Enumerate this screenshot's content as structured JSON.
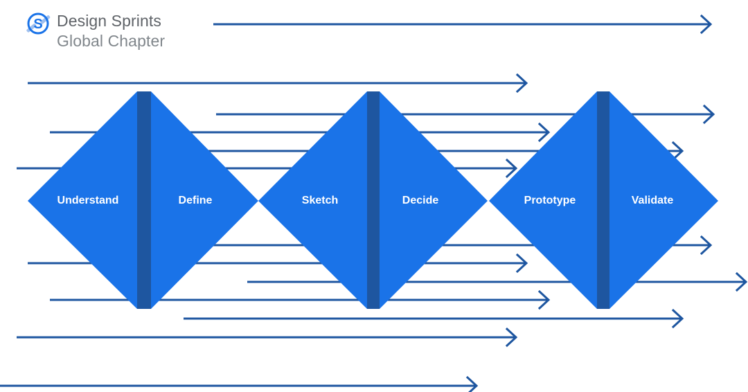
{
  "brand": {
    "line1": "Design Sprints",
    "line2": "Global Chapter",
    "icon": "design-sprints-s-logo-icon",
    "icon_letter": "S"
  },
  "phases": [
    {
      "label": "Understand",
      "side": "left"
    },
    {
      "label": "Define",
      "side": "right"
    },
    {
      "label": "Sketch",
      "side": "left"
    },
    {
      "label": "Decide",
      "side": "right"
    },
    {
      "label": "Prototype",
      "side": "left"
    },
    {
      "label": "Validate",
      "side": "right"
    }
  ],
  "colors": {
    "diamond": "#1a73e8",
    "divider": "#1e56a0",
    "arrow": "#1e56a0",
    "logo_dash": "#9fc0ef",
    "logo_circle": "#1a73e8"
  }
}
